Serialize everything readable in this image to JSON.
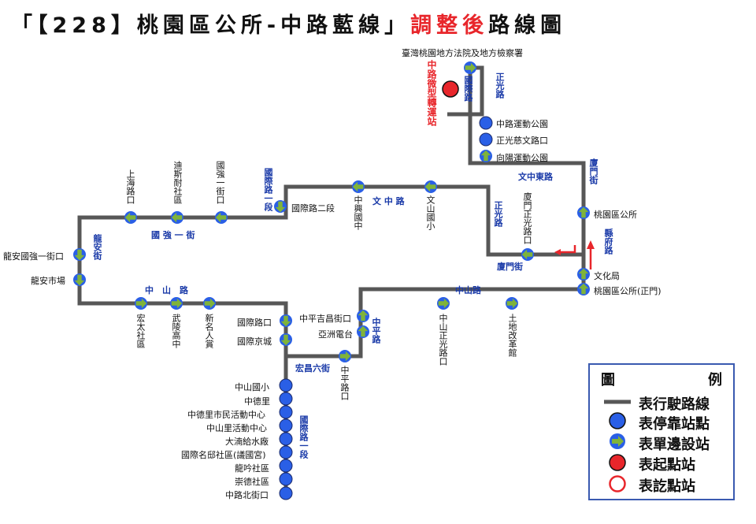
{
  "title": {
    "part1": "「【228】桃園區公所-中路藍線」",
    "part2": "調整後",
    "part3": "路線圖"
  },
  "colors": {
    "route": "#575757",
    "stop": "#2a5fe6",
    "arrow_stop": "#7fb33a",
    "start": "#e8262b",
    "road_label": "#1a3aa8",
    "legend_border": "#3a5ab0"
  },
  "stops": {
    "court": "臺灣桃園地方法院及地方檢察署",
    "zhonglu_park": "中路運動公園",
    "zhengguang_ciwen": "正光慈文路口",
    "xiangyang_park": "向陽運動公園",
    "district_office": "桃園區公所",
    "cultural_bureau": "文化局",
    "district_office_main": "桃園區公所(正門)",
    "guoji_rd2": "國際路二段",
    "zhongxing": "中興國中",
    "wenshan": "文山國小",
    "xiamen_zhengguang": "廈門正光路口",
    "shanghai": "上海路口",
    "disney": "迪斯耐社區",
    "guoqiang1": "國強一街口",
    "longan_guoqiang": "龍安國強一街口",
    "longan_market": "龍安市場",
    "hongtai": "宏太社區",
    "wuling": "武陵高中",
    "xinming": "新名人賞",
    "guoji_kou": "國際路口",
    "guoji_jingcheng": "國際京城",
    "zhongping_jichang": "中平吉昌街口",
    "asia_tv": "亞洲電台",
    "zhongping_kou": "中平路口",
    "zhongshan_zhengguang": "中山正光路口",
    "land_reform": "土地改革館",
    "zhongshan_elem": "中山國小",
    "zhongde": "中德里",
    "zhongde_center": "中德里市民活動中心",
    "zhongshan_center": "中山里活動中心",
    "dachao": "大湳給水廠",
    "guoji_mingdi": "國際名邸社區(議國宮)",
    "longyin": "龍吟社區",
    "chongde": "崇德社區",
    "zhonglu_north": "中路北街口"
  },
  "roads": {
    "zhengguang_rd": "正光路",
    "guoji_rd_top": "國際路",
    "wenzhongdong": "文中東路",
    "xiamen_st": "廈門街",
    "xianfu_rd": "縣府路",
    "wenzhong_rd": "文 中 路",
    "zhengguang_rd2": "正光路",
    "xiamen_st2": "廈門街",
    "guoji_rd1": "國際路一段",
    "guoqiang1_st": "國 強 一 街",
    "longan_st": "龍安街",
    "zhongshan_rd_left": "中　山　路",
    "zhongshan_rd_right": "中山路",
    "zhongping_rd": "中平路",
    "hongchang6": "宏昌六街",
    "guoji_rd1_bottom": "國際路一段"
  },
  "start_station": "中路微型轉運站",
  "legend": {
    "title_left": "圖",
    "title_right": "例",
    "route": "表行駛路線",
    "stop": "表停靠站點",
    "one_side": "表單邊設站",
    "start": "表起點站",
    "end": "表訖點站"
  }
}
